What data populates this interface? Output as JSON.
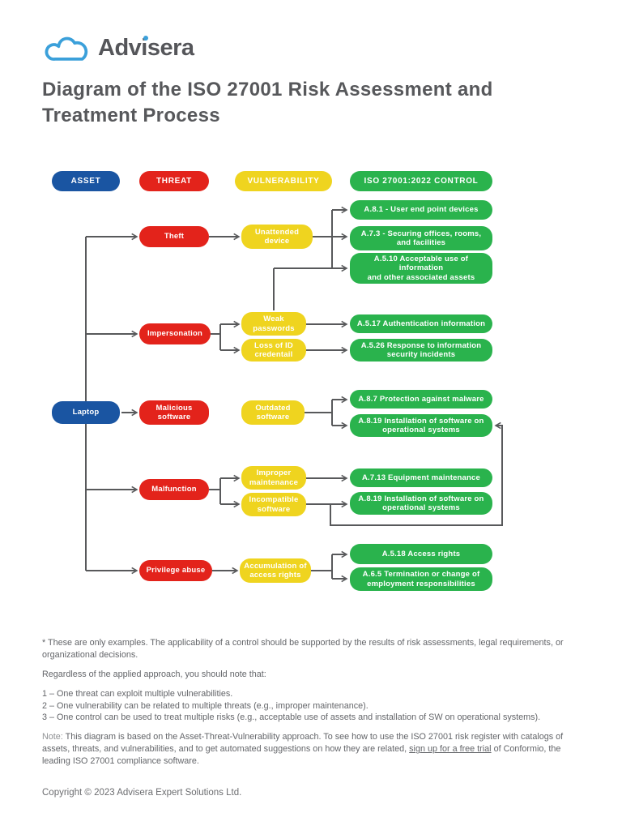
{
  "logo": {
    "text": "Advisera"
  },
  "title": "Diagram of the ISO 27001 Risk Assessment and Treatment Process",
  "colors": {
    "asset_blue": "#1a55a2",
    "threat_red": "#e3231b",
    "vulnerability_yellow": "#efd41f",
    "control_green": "#2ab34d",
    "connector_gray": "#58595b",
    "logo_blue": "#3ba0da"
  },
  "diagram": {
    "headers": {
      "asset": "ASSET",
      "threat": "THREAT",
      "vulnerability": "VULNERABILITY",
      "control": "ISO 27001:2022 CONTROL"
    },
    "assets": {
      "laptop": "Laptop"
    },
    "threats": {
      "theft": "Theft",
      "impersonation": "Impersonation",
      "malicious": "Malicious\nsoftware",
      "malfunction": "Malfunction",
      "privilege": "Privilege abuse"
    },
    "vulnerabilities": {
      "unattended": "Unattended\ndevice",
      "weak_passwords": "Weak\npasswords",
      "loss_id": "Loss of ID\ncredentail",
      "outdated": "Outdated\nsoftware",
      "improper": "Improper\nmaintenance",
      "incompatible": "Incompatible\nsoftware",
      "accumulation": "Accumulation of\naccess rights"
    },
    "controls": {
      "a81": "A.8.1 - User end point devices",
      "a73": "A.7.3 - Securing offices, rooms,\nand facilities",
      "a510": "A.5.10 Acceptable use of\ninformation\nand other associated assets",
      "a517": "A.5.17 Authentication information",
      "a526": "A.5.26 Response to information\nsecurity incidents",
      "a87": "A.8.7 Protection against malware",
      "a819_1": "A.8.19 Installation of software on\noperational systems",
      "a713": "A.7.13 Equipment maintenance",
      "a819_2": "A.8.19 Installation of software on\noperational systems",
      "a518": "A.5.18 Access rights",
      "a665": "A.6.5 Termination or change of\nemployment responsibilities"
    }
  },
  "notes": {
    "disclaimer": "* These are only examples. The applicability of a control should be supported by the results of risk assessments, legal requirements, or organizational decisions.",
    "approach_intro": "Regardless of the applied approach, you should note that:",
    "points": [
      "1 – One threat can exploit multiple vulnerabilities.",
      "2 – One vulnerability can be related to multiple threats (e.g., improper maintenance).",
      "3 – One control can be used to treat multiple risks (e.g., acceptable use of assets and installation of SW on operational systems)."
    ],
    "note_label": "Note:",
    "note_text_before_link": " This diagram is based on the Asset-Threat-Vulnerability approach. To see how to use the ISO 27001 risk register with catalogs of assets, threats, and vulnerabilities, and to get automated suggestions on how they are related, ",
    "note_link": "sign up for a free trial",
    "note_text_after_link": " of Conformio, the leading ISO 27001 compliance software."
  },
  "footer": {
    "copyright": "Copyright © 2023 Advisera Expert Solutions Ltd."
  }
}
